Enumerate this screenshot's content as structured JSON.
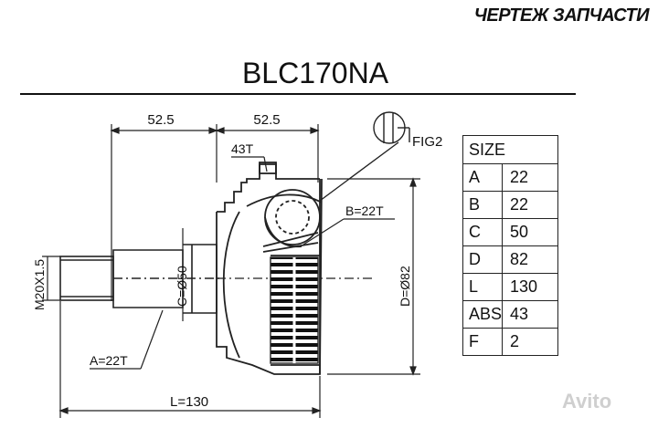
{
  "header": {
    "title": "ЧЕРТЕЖ ЗАПЧАСТИ"
  },
  "part_number": "BLC170NA",
  "dimensions": {
    "half_left": "52.5",
    "half_right": "52.5",
    "teeth_outer": "43T",
    "fig_label": "FIG2",
    "inner_spline": "B=22T",
    "outer_spline": "A=22T",
    "thread": "M20X1.5",
    "seal_diameter": "C=Ø50",
    "body_diameter": "D=Ø82",
    "total_length": "L=130"
  },
  "spec_table": {
    "header": "SIZE",
    "rows": [
      {
        "key": "A",
        "value": "22"
      },
      {
        "key": "B",
        "value": "22"
      },
      {
        "key": "C",
        "value": "50"
      },
      {
        "key": "D",
        "value": "82"
      },
      {
        "key": "L",
        "value": "130"
      },
      {
        "key": "ABS",
        "value": "43"
      },
      {
        "key": "F",
        "value": "2"
      }
    ]
  },
  "watermark": "Avito"
}
